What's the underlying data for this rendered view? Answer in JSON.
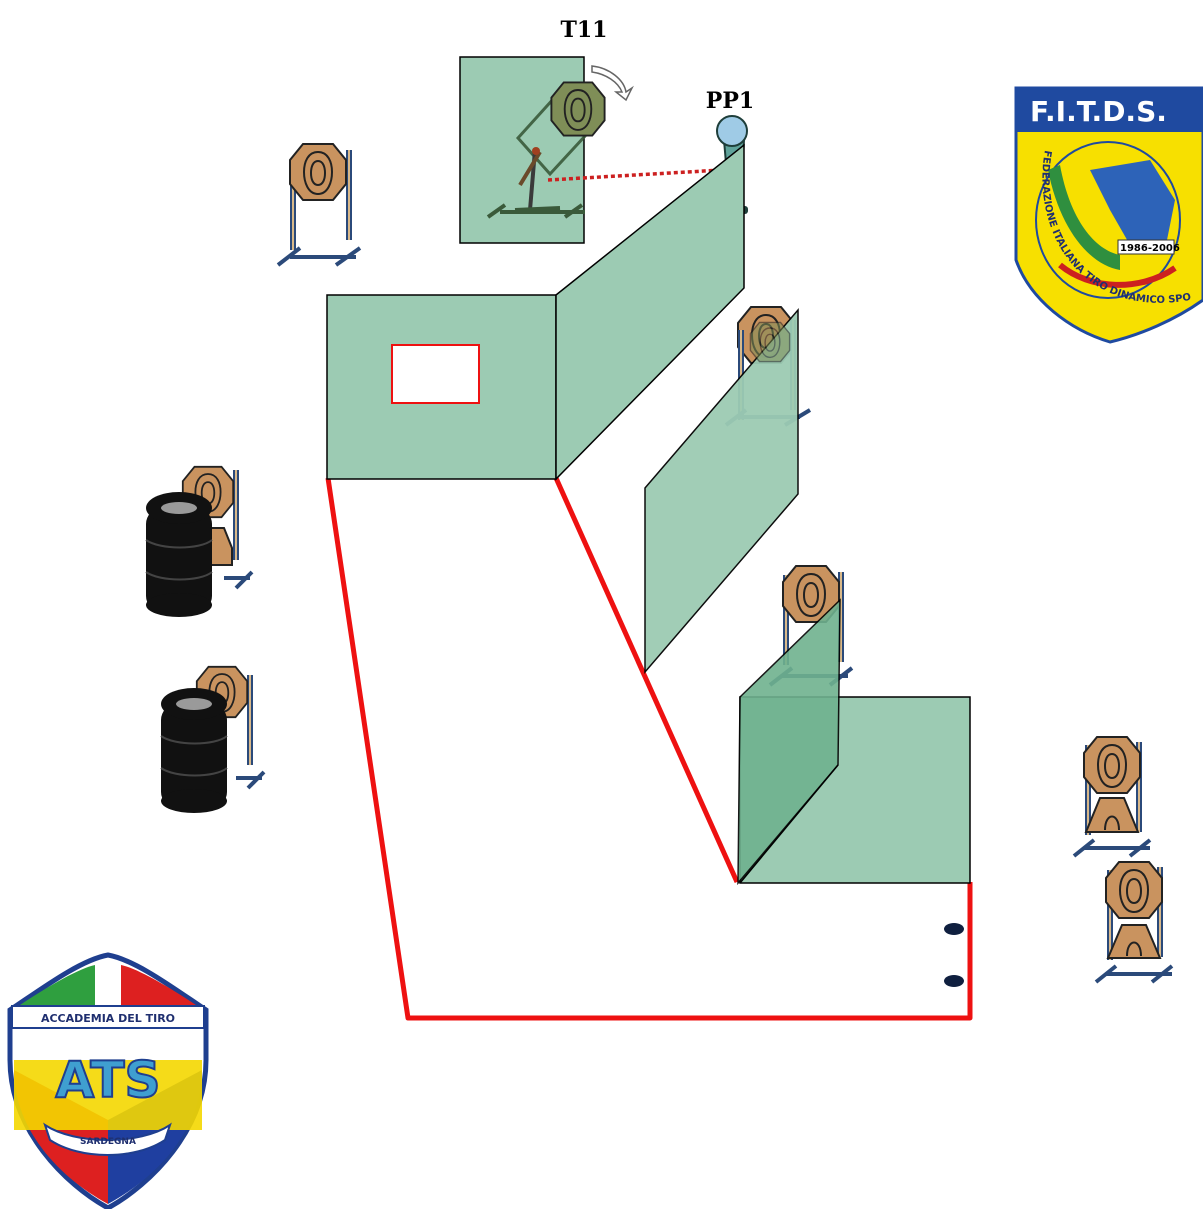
{
  "labels": {
    "popper_target": "T11",
    "popper_id": "PP1"
  },
  "logos": {
    "fitds_banner": "F.I.T.D.S.",
    "fitds_arc": "FEDERAZIONE ITALIANA TIRO DINAMICO SPORTIVO",
    "fitds_years": "1986-2006",
    "ats_banner": "ACCADEMIA DEL TIRO",
    "ats_letters": "ATS",
    "ats_ribbon": "SARDEGNA"
  },
  "colors": {
    "wall_fill": "#9ccbb3",
    "wall_dark": "#6fb28f",
    "fault_line": "#ee1111",
    "target_tan": "#c9935f",
    "target_overlay": "#6f8b4e",
    "stand_blue": "#2b4a7a",
    "stand_tan": "#d9b98a",
    "popper_fill": "#5fa39a",
    "popper_head": "#9fcbe6",
    "tire_black": "#111111",
    "fitds_yellow": "#f7e000",
    "fitds_blue": "#1f4aa0"
  }
}
